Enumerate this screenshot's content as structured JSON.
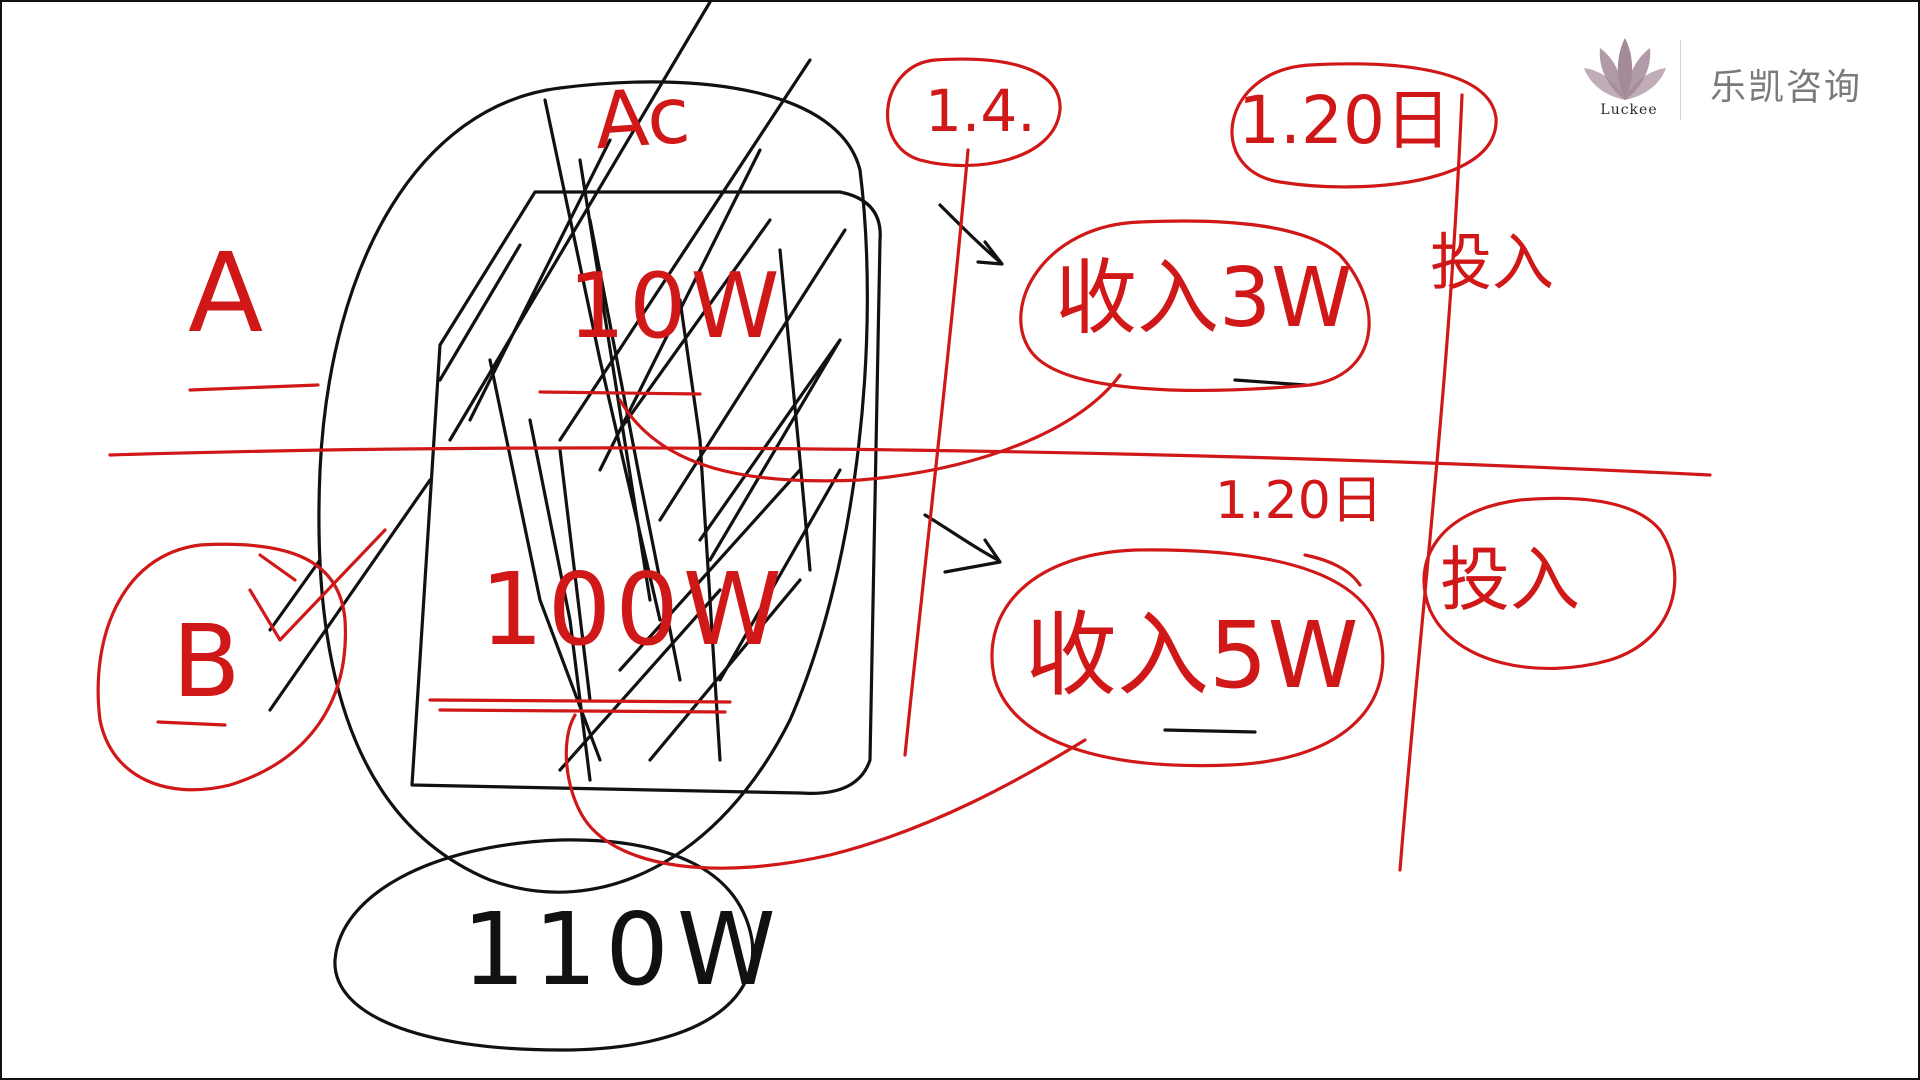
{
  "logo": {
    "cn_name": "乐凯咨询",
    "latin_name": "Luckee",
    "colors": {
      "petal": "#a58a9a",
      "text_cn": "#7a7a7a"
    }
  },
  "colors": {
    "black_ink": "#111111",
    "red_ink": "#d01818"
  },
  "labels": {
    "A": "A",
    "B": "B",
    "Ac": "Ac",
    "top_amount": "10W",
    "bottom_amount": "100W",
    "total": "110W",
    "date_a": "1.4.",
    "date_b_top": "1.20日",
    "date_b_mid": "1.20日",
    "income_a": "收入3W",
    "income_b": "收入5W",
    "note_top": "投入",
    "note_bottom": "投入"
  }
}
